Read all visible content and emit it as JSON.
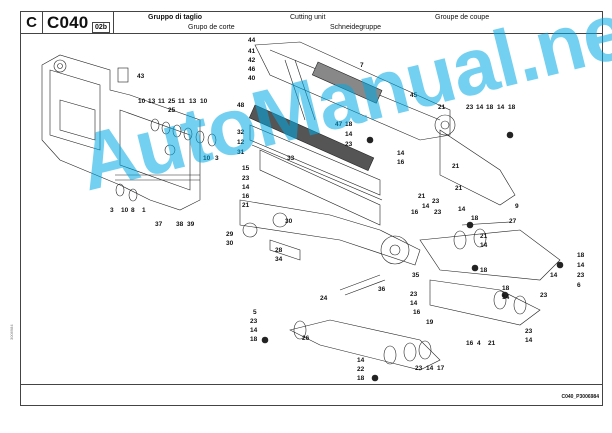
{
  "header": {
    "section": "C",
    "code": "C040",
    "sub": "02b",
    "titles": {
      "it": "Gruppo di taglio",
      "en": "Cutting unit",
      "fr": "Groupe de coupe",
      "es": "Grupo de corte",
      "de": "Schneidegruppe"
    }
  },
  "footer": {
    "code": "C040_P3006984",
    "side_code": "3006984"
  },
  "watermark": "AutoManual.net",
  "callouts": [
    "44",
    "41",
    "42",
    "46",
    "40",
    "7",
    "43",
    "10",
    "13",
    "11",
    "25",
    "11",
    "13",
    "10",
    "45",
    "48",
    "47",
    "18",
    "14",
    "23",
    "21",
    "23",
    "14",
    "18",
    "14",
    "18",
    "32",
    "12",
    "31",
    "33",
    "10",
    "3",
    "14",
    "16",
    "15",
    "23",
    "14",
    "16",
    "21",
    "21",
    "23",
    "3",
    "10",
    "8",
    "1",
    "37",
    "38",
    "39",
    "21",
    "16",
    "14",
    "23",
    "14",
    "18",
    "9",
    "27",
    "29",
    "30",
    "30",
    "28",
    "34",
    "21",
    "14",
    "18",
    "35",
    "23",
    "14",
    "16",
    "19",
    "18",
    "14",
    "23",
    "6",
    "36",
    "24",
    "5",
    "23",
    "14",
    "18",
    "26",
    "16",
    "4",
    "21",
    "23",
    "14",
    "14",
    "22",
    "18",
    "23",
    "14",
    "17",
    "18",
    "14",
    "23",
    "14",
    "25",
    "21"
  ]
}
